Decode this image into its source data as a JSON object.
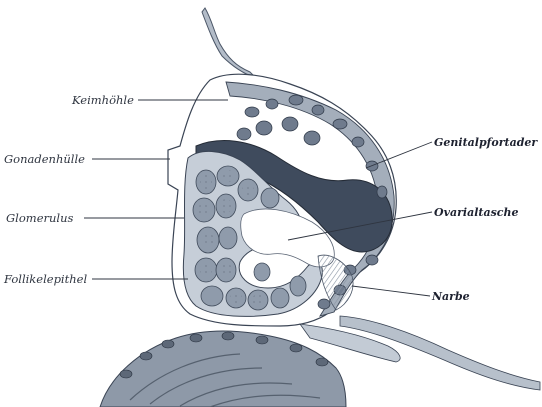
{
  "labels": {
    "keimhoehle": "Keimhöhle",
    "gonadenhuelle": "Gonadenhülle",
    "glomerulus": "Glomerulus",
    "follikelepithel": "Follikelepithel",
    "genitalpfortader": "Genitalpfortader",
    "ovarialtasche": "Ovarialtasche",
    "narbe": "Narbe"
  },
  "colors": {
    "vessel": "#3f4b5d",
    "tissue": "#9aa6b4",
    "nucleus": "#6a7688",
    "cell_outline": "#4a5566",
    "ink": "#2f3540"
  }
}
